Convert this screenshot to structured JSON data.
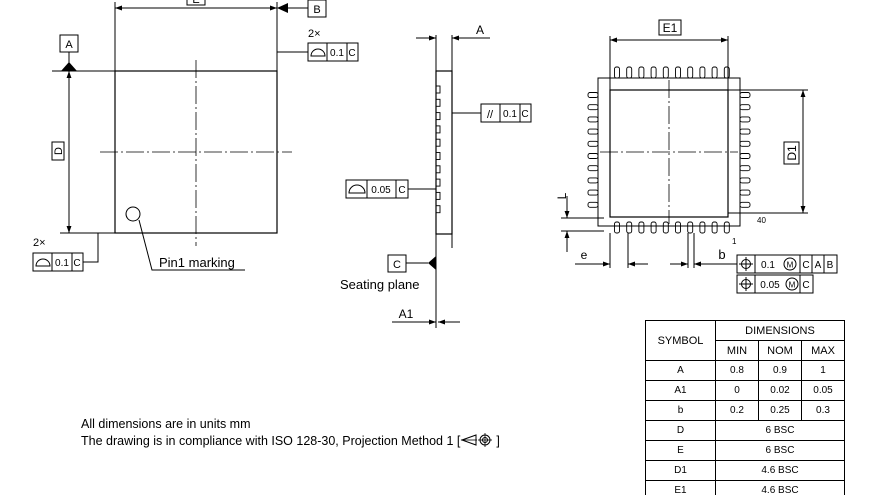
{
  "labels": {
    "datum_a": "A",
    "datum_b": "B",
    "datum_c": "C",
    "dim_d": "D",
    "dim_e": "E",
    "dim_d1": "D1",
    "dim_e1": "E1",
    "dim_a": "A",
    "dim_a1": "A1",
    "dim_l": "L",
    "dim_e_pitch": "e",
    "dim_b": "b",
    "pin1_marking": "Pin1 marking",
    "seating_plane": "Seating plane",
    "pin_1": "1",
    "pin_40": "40",
    "mult_2x": "2×"
  },
  "tolerances": {
    "profile_top": {
      "value": "0.1",
      "datum": "C"
    },
    "profile_left": {
      "value": "0.1",
      "datum": "C"
    },
    "parallelism": {
      "symbol": "//",
      "value": "0.1",
      "datum": "C"
    },
    "flatness": {
      "value": "0.05",
      "datum": "C"
    },
    "position_1": {
      "value": "0.1",
      "modifier": "M",
      "datums": [
        "C",
        "A",
        "B"
      ]
    },
    "position_2": {
      "value": "0.05",
      "modifier": "M",
      "datums": [
        "C"
      ]
    }
  },
  "notes": {
    "units": "All dimensions are in units mm",
    "compliance": "The drawing is in compliance with ISO 128-30, Projection Method 1 [",
    "compliance_end": "]"
  },
  "table": {
    "symbol_header": "SYMBOL",
    "dimensions_header": "DIMENSIONS",
    "min_header": "MIN",
    "nom_header": "NOM",
    "max_header": "MAX",
    "rows": [
      {
        "symbol": "A",
        "min": "0.8",
        "nom": "0.9",
        "max": "1"
      },
      {
        "symbol": "A1",
        "min": "0",
        "nom": "0.02",
        "max": "0.05"
      },
      {
        "symbol": "b",
        "min": "0.2",
        "nom": "0.25",
        "max": "0.3"
      },
      {
        "symbol": "D",
        "value": "6 BSC"
      },
      {
        "symbol": "E",
        "value": "6 BSC"
      },
      {
        "symbol": "D1",
        "value": "4.6 BSC"
      },
      {
        "symbol": "E1",
        "value": "4.6 BSC"
      }
    ]
  }
}
